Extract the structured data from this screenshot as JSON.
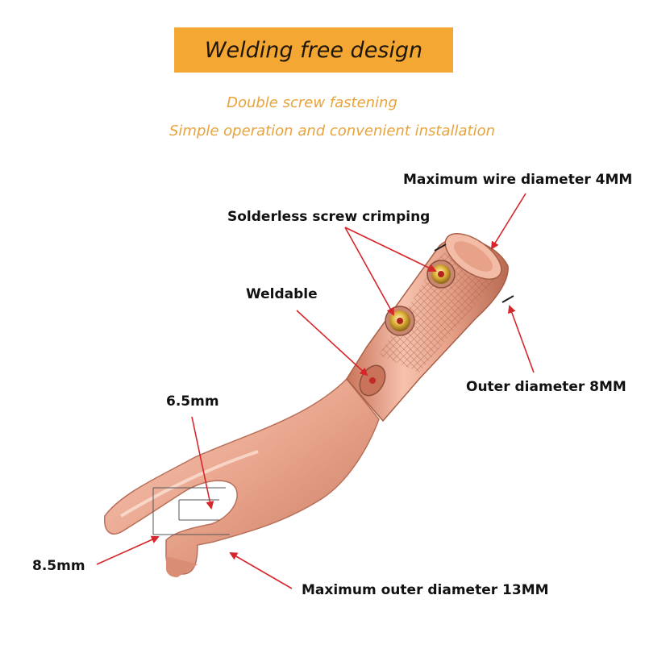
{
  "banner": {
    "title": "Welding free design"
  },
  "taglines": [
    "Double screw fastening",
    "Simple operation and convenient installation"
  ],
  "callouts": {
    "max_wire_diameter": "Maximum wire diameter 4MM",
    "screw_crimping": "Solderless screw crimping",
    "weldable": "Weldable",
    "outer_diameter": "Outer diameter 8MM",
    "inner_width": "6.5mm",
    "outer_width": "8.5mm",
    "max_outer_diameter": "Maximum outer diameter 13MM"
  },
  "colors": {
    "banner_bg": "#f5a733",
    "tagline": "#e7a33c",
    "copper": "#e9a48c",
    "arrow": "#d6262b"
  }
}
